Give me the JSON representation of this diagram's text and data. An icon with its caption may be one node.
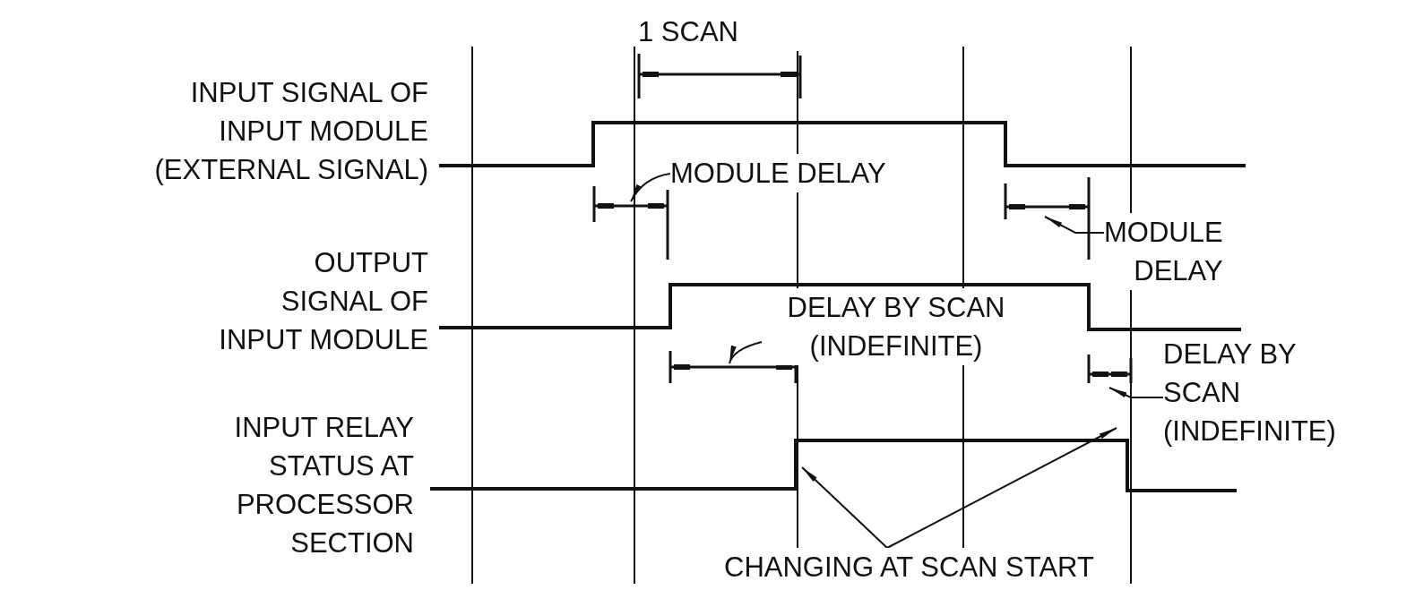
{
  "diagram": {
    "nodes": [
      {
        "text": [
          "MODULE DELAY"
        ]
      },
      {
        "text": [
          "MODULE DELAY"
        ]
      },
      {
        "text": [
          "DELAY BY SCAN (INDEFINITE)"
        ]
      },
      {
        "text": [
          "DELAY BY SCAN (INDEFINITE)"
        ]
      },
      {
        "text": [
          "CHANGING AT SCAN START"
        ]
      }
    ],
    "edges": [
      {
        "from": 0,
        "to": null,
        "arrow": "to"
      },
      {
        "from": 1,
        "to": null,
        "arrow": "to"
      },
      {
        "from": 2,
        "to": null,
        "arrow": "to"
      },
      {
        "from": 3,
        "to": null,
        "arrow": "to"
      },
      {
        "from": 4,
        "to": null,
        "arrow": "to"
      },
      {
        "from": 4,
        "to": null,
        "arrow": "to"
      }
    ],
    "labels": [
      "1 SCAN",
      "INPUT SIGNAL OF INPUT MODULE (EXTERNAL SIGNAL)",
      "OUTPUT SIGNAL OF INPUT MODULE",
      "INPUT RELAY STATUS AT PROCESSOR SECTION"
    ]
  }
}
